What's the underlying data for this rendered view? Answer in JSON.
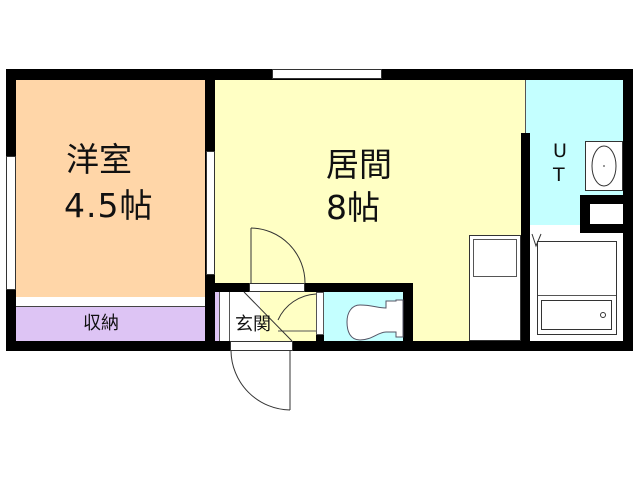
{
  "floorplan": {
    "colors": {
      "wall": "#000000",
      "western_room": "#FFD6A8",
      "living_room": "#FFFFC4",
      "storage": "#DDC4F4",
      "bath_area": "#C4FFFF",
      "fixture": "#FFFFFF"
    },
    "rooms": {
      "western_room": {
        "name": "洋室",
        "size": "4.5帖"
      },
      "living_room": {
        "name": "居間",
        "size": "8帖"
      },
      "storage": {
        "name": "収納"
      },
      "entrance": {
        "name": "玄関"
      },
      "utility": {
        "name_line1": "U",
        "name_line2": "T"
      }
    }
  }
}
